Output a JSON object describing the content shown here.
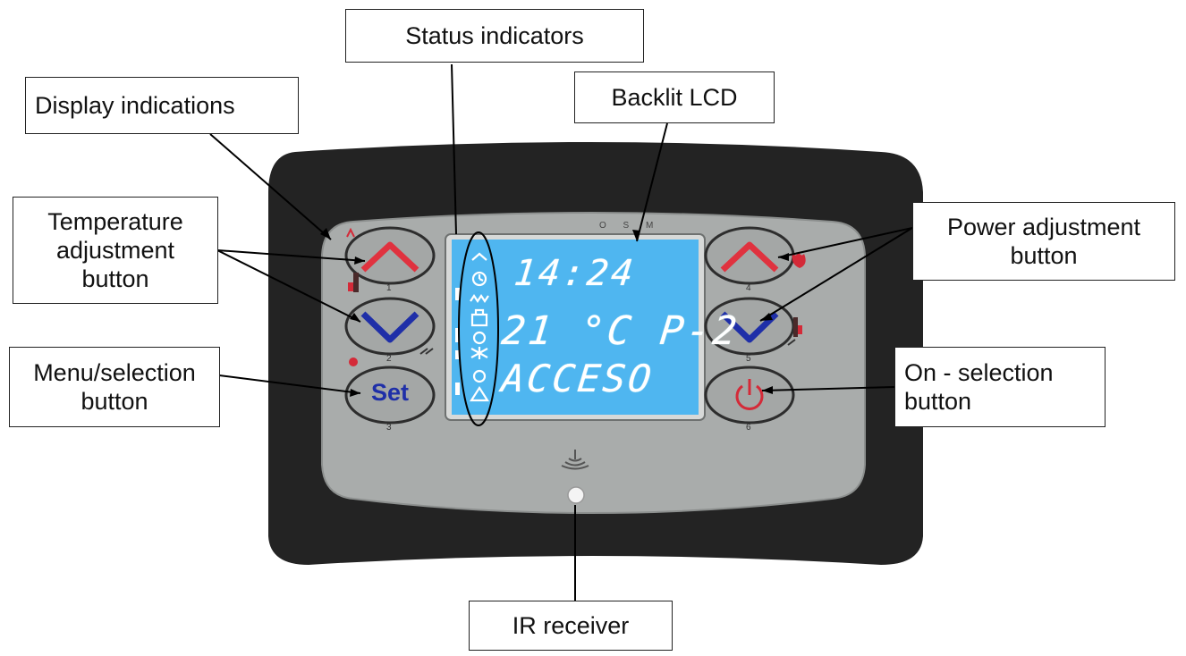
{
  "labels": {
    "status_indicators": "Status indicators",
    "display_indications": "Display indications",
    "backlit_lcd": "Backlit LCD",
    "temperature_adjustment": "Temperature\nadjustment\nbutton",
    "power_adjustment": "Power adjustment\nbutton",
    "menu_selection": "Menu/selection\nbutton",
    "on_selection": "On - selection\nbutton",
    "ir_receiver": "IR receiver"
  },
  "lcd": {
    "time": "14:24",
    "temp_power": "21 °C P-2",
    "status": "ACCESO",
    "led_letters": "O S M"
  },
  "buttons": {
    "set_label": "Set",
    "left_numbers": [
      "1",
      "2",
      "3"
    ],
    "right_numbers": [
      "4",
      "5",
      "6"
    ]
  },
  "colors": {
    "housing": "#232323",
    "panel": "#a9acab",
    "lcd": "#4fb6f0",
    "up_arrow": "#e0323f",
    "down_arrow": "#1f2fa8",
    "power_symbol": "#d42a38",
    "set_text": "#1f2fa8"
  }
}
